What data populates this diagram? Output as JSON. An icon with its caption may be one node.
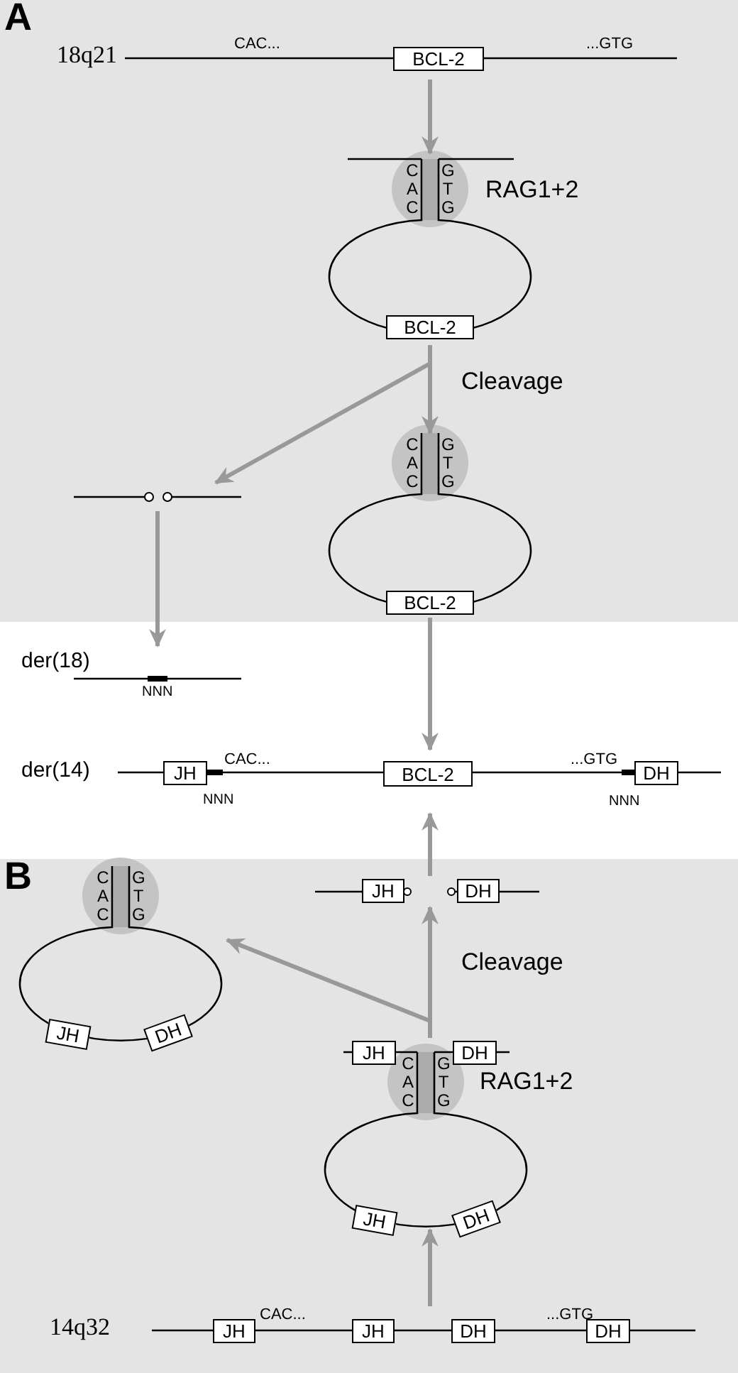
{
  "diagram": {
    "nodes": [
      {
        "text": [
          "A"
        ]
      },
      {
        "text": [
          "18q21",
          "CAC...",
          "...GTG"
        ],
        "in": 0
      },
      {
        "text": [
          "BCL-2"
        ],
        "in": 1
      },
      {
        "text": [
          "C A C",
          "G T G",
          "RAG1+2"
        ],
        "in": 0
      },
      {
        "text": [
          "BCL-2"
        ],
        "in": 3
      },
      {
        "text": [],
        "shape": "bar",
        "in": 0
      },
      {
        "text": [
          "C A C",
          "G T G"
        ],
        "in": 0
      },
      {
        "text": [
          "BCL-2"
        ],
        "in": 6
      },
      {
        "text": [
          "der(18)",
          "NNN"
        ]
      },
      {
        "text": [
          "der(14)",
          "CAC...",
          "...GTG",
          "NNN",
          "NNN"
        ]
      },
      {
        "text": [
          "JH"
        ],
        "in": 9
      },
      {
        "text": [
          "BCL-2"
        ],
        "in": 9
      },
      {
        "text": [
          "DH"
        ],
        "in": 9
      },
      {
        "text": [
          "B"
        ]
      },
      {
        "text": [
          "C A C",
          "G T G"
        ],
        "in": 13
      },
      {
        "text": [
          "JH"
        ],
        "in": 14
      },
      {
        "text": [
          "DH"
        ],
        "in": 14
      },
      {
        "text": [],
        "shape": "bar",
        "in": 13
      },
      {
        "text": [
          "JH"
        ],
        "in": 13
      },
      {
        "text": [
          "DH"
        ],
        "in": 13
      },
      {
        "text": [
          "C A C",
          "G T G",
          "RAG1+2"
        ],
        "in": 13
      },
      {
        "text": [
          "JH"
        ],
        "in": 20
      },
      {
        "text": [
          "DH"
        ],
        "in": 20
      },
      {
        "text": [
          "JH"
        ],
        "in": 20
      },
      {
        "text": [
          "DH"
        ],
        "in": 20
      },
      {
        "text": [
          "14q32",
          "CAC...",
          "...GTG"
        ],
        "in": 13
      },
      {
        "text": [
          "JH"
        ],
        "in": 25
      },
      {
        "text": [
          "JH"
        ],
        "in": 25
      },
      {
        "text": [
          "DH"
        ],
        "in": 25
      },
      {
        "text": [
          "DH"
        ],
        "in": 25
      }
    ],
    "edges": [
      {
        "from": 1,
        "to": 3,
        "arrow": "to"
      },
      {
        "from": 3,
        "to": 5,
        "arrow": "to"
      },
      {
        "from": 3,
        "to": 6,
        "arrow": "to",
        "label": "Cleavage"
      },
      {
        "from": 5,
        "to": 8,
        "arrow": "to"
      },
      {
        "from": 6,
        "to": 9,
        "arrow": "to"
      },
      {
        "from": 17,
        "to": 9,
        "arrow": "to"
      },
      {
        "from": 20,
        "to": 17,
        "arrow": "to",
        "label": "Cleavage"
      },
      {
        "from": 20,
        "to": 14,
        "arrow": "to"
      },
      {
        "from": 25,
        "to": 20,
        "arrow": "to"
      }
    ]
  }
}
